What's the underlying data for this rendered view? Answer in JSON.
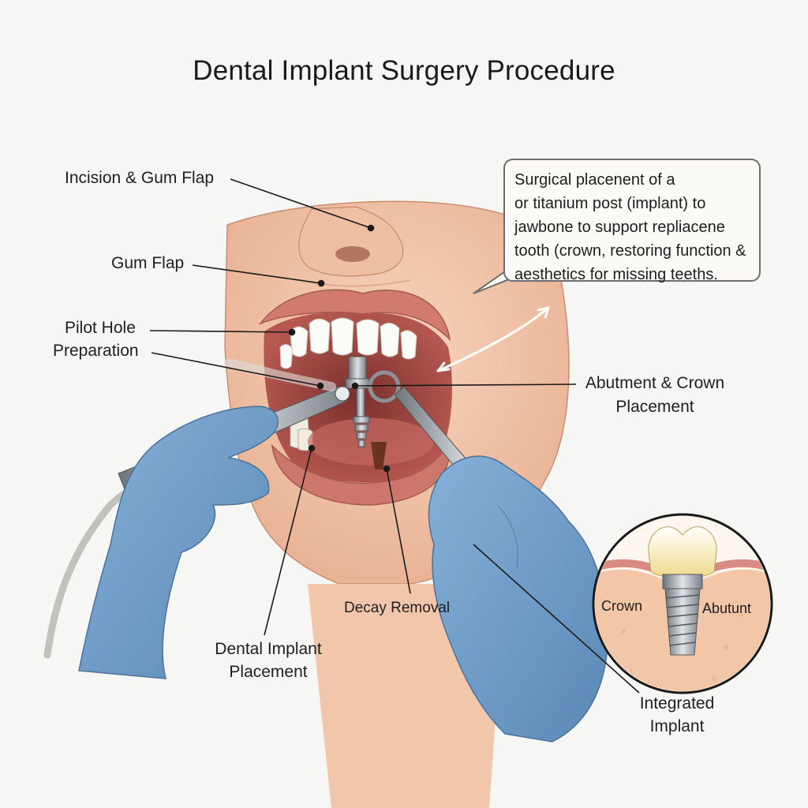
{
  "title": "Dental Implant Surgery Procedure",
  "callout": {
    "lines": [
      "Surgical placenent of a",
      "or titanium post (implant) to",
      "jawbone to support repliacene",
      "tooth (crown, restoring function &",
      "aesthetics for missing teeths."
    ]
  },
  "labels": {
    "incision": "Incision & Gum Flap",
    "gum_flap": "Gum Flap",
    "pilot_1": "Pilot Hole",
    "pilot_2": "Preparation",
    "abutment_1": "Abutment & Crown",
    "abutment_2": "Placement",
    "decay": "Decay Removal",
    "placement_1": "Dental Implant",
    "placement_2": "Placement",
    "integrated_1": "Integrated",
    "integrated_2": "Implant"
  },
  "inset": {
    "crown_label": "Crown",
    "abutment_label": "Abutunt"
  },
  "colors": {
    "skin": "#f2c4a8",
    "lips": "#c9706a",
    "gum": "#d98a82",
    "glove": "#6f9dc9",
    "metal": "#9aa1a8",
    "background": "#f6f6f4"
  }
}
